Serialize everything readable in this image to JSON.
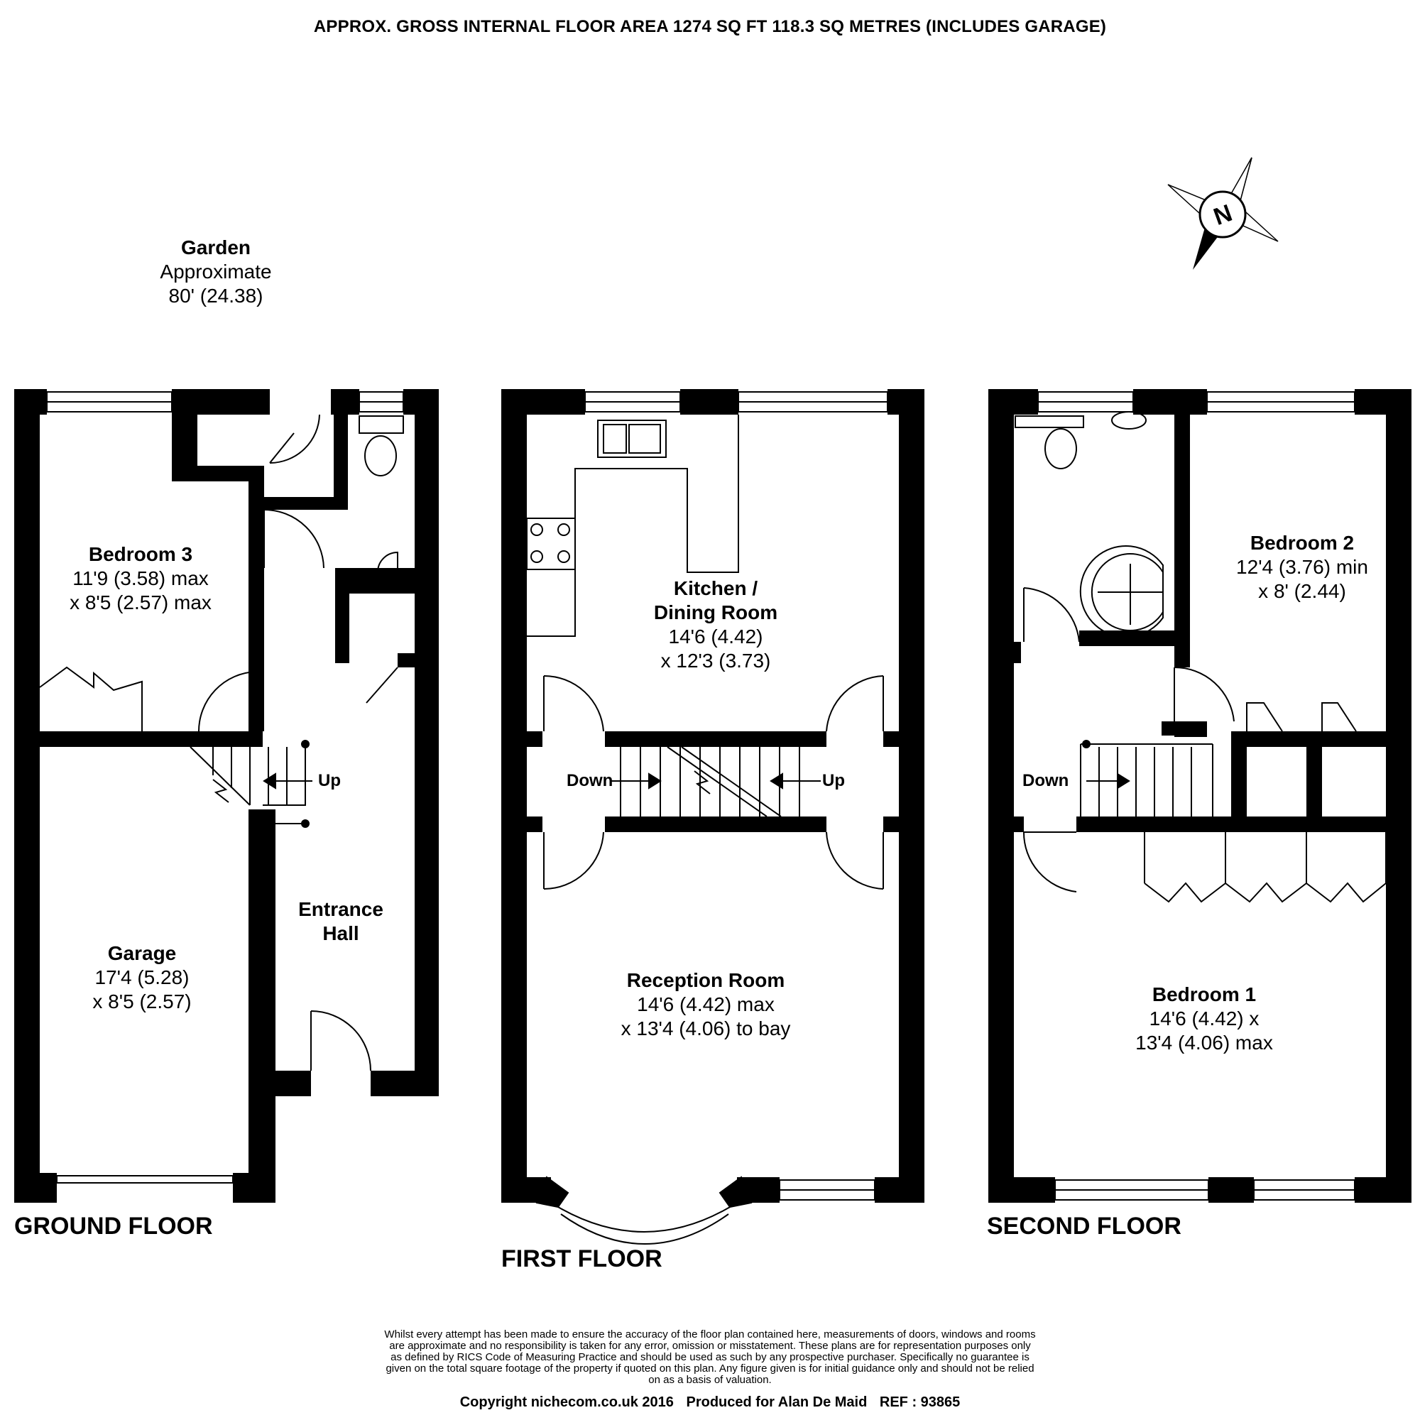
{
  "header": {
    "area_text": "APPROX. GROSS INTERNAL FLOOR AREA 1274 SQ FT 118.3 SQ METRES (INCLUDES GARAGE)"
  },
  "garden": {
    "name": "Garden",
    "line1": "Approximate",
    "line2": "80' (24.38)"
  },
  "compass": {
    "letter": "N"
  },
  "floors": {
    "ground": {
      "label": "GROUND FLOOR",
      "rooms": {
        "bedroom3": {
          "name": "Bedroom 3",
          "dim1": "11'9 (3.58) max",
          "dim2": "x 8'5 (2.57) max"
        },
        "garage": {
          "name": "Garage",
          "dim1": "17'4 (5.28)",
          "dim2": "x 8'5 (2.57)"
        },
        "entrance": {
          "name1": "Entrance",
          "name2": "Hall"
        }
      },
      "stairs_label": "Up"
    },
    "first": {
      "label": "FIRST FLOOR",
      "rooms": {
        "kitchen": {
          "name1": "Kitchen /",
          "name2": "Dining Room",
          "dim1": "14'6 (4.42)",
          "dim2": "x 12'3 (3.73)"
        },
        "reception": {
          "name": "Reception Room",
          "dim1": "14'6 (4.42) max",
          "dim2": "x 13'4 (4.06) to bay"
        }
      },
      "stairs_down": "Down",
      "stairs_up": "Up"
    },
    "second": {
      "label": "SECOND FLOOR",
      "rooms": {
        "bedroom2": {
          "name": "Bedroom 2",
          "dim1": "12'4 (3.76) min",
          "dim2": "x 8' (2.44)"
        },
        "bedroom1": {
          "name": "Bedroom 1",
          "dim1": "14'6 (4.42) x",
          "dim2": "13'4 (4.06) max"
        }
      },
      "stairs_down": "Down"
    }
  },
  "disclaimer": {
    "lines": [
      "Whilst every attempt has been made to ensure the accuracy of the floor plan contained here, measurements of doors, windows and rooms",
      "are approximate and no responsibility is taken for any error, omission or misstatement. These plans are for representation purposes only",
      "as defined by RICS Code of Measuring Practice and should be used as such by any prospective purchaser.  Specifically no guarantee is",
      "given on the total square footage of the property if quoted on this plan. Any figure given is for initial guidance only and should not be relied",
      "on as a basis of valuation."
    ]
  },
  "footer": {
    "copyright": "Copyright nichecom.co.uk 2016",
    "produced": "Produced for Alan De Maid",
    "ref": "REF :  93865"
  }
}
